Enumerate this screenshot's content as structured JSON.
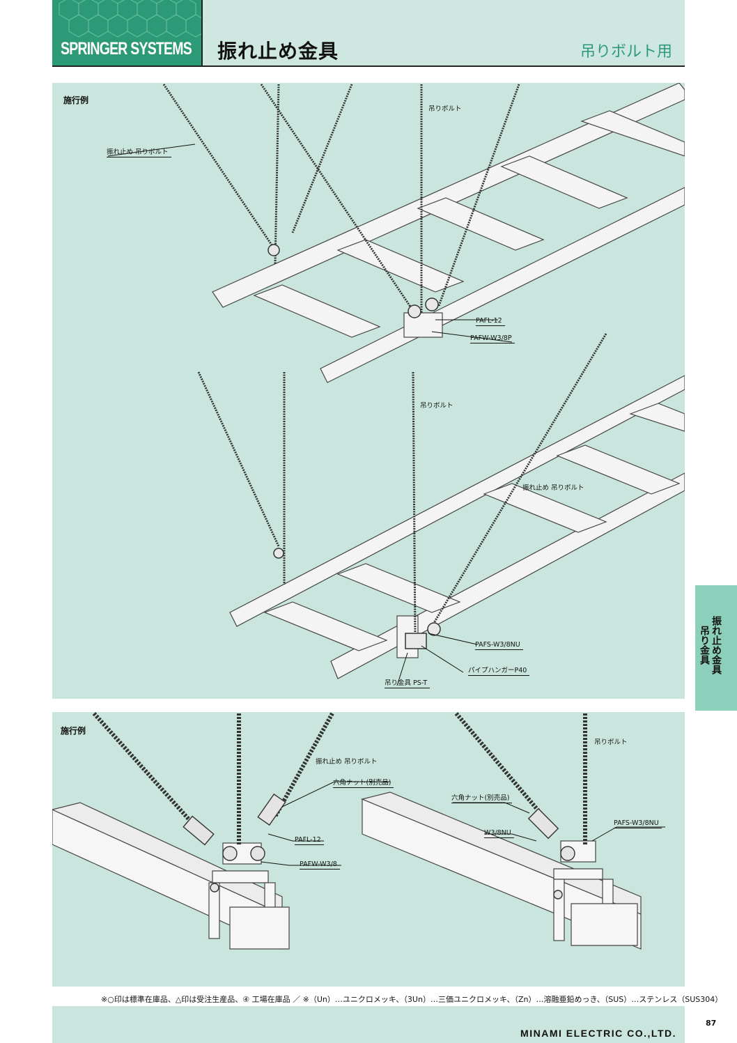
{
  "header": {
    "brand": "SPRINGER SYSTEMS",
    "title": "振れ止め金具",
    "subtitle": "吊りボルト用"
  },
  "panel_top": {
    "label": "施行例",
    "callouts": {
      "sway_bolt": "振れ止め 吊りボルト",
      "hang_bolt": "吊りボルト",
      "pafl": "PAFL-12",
      "pafw": "PAFW-W3/8P"
    },
    "callouts_lower": {
      "hang_bolt": "吊りボルト",
      "sway_bolt": "振れ止め 吊りボルト",
      "pafs": "PAFS-W3/8NU",
      "pipe_hanger": "パイプハンガーP40",
      "hanger_fitting": "吊り金具 PS-T"
    }
  },
  "panel_bottom": {
    "label": "施行例",
    "left": {
      "sway_bolt": "振れ止め 吊りボルト",
      "hex_nut": "六角ナット(別売品)",
      "pafl": "PAFL-12",
      "pafw": "PAFW-W3/8"
    },
    "right": {
      "hang_bolt": "吊りボルト",
      "hex_nut": "六角ナット(別売品)",
      "w3": "W3/8NU",
      "pafs": "PAFS-W3/8NU"
    }
  },
  "side_tab": {
    "line1": "振れ止め金具",
    "line2": "吊り金具"
  },
  "footnote": "※○印は標準在庫品、△印は受注生産品、④ 工場在庫品 ／ ※（Un）…ユニクロメッキ、（3Un）…三価ユニクロメッキ、（Zn）…溶融亜鉛めっき、（SUS）…ステンレス（SUS304）",
  "footer": {
    "company": "MINAMI ELECTRIC CO.,LTD.",
    "page": "87"
  },
  "colors": {
    "brand_green": "#2c9a77",
    "panel_bg": "#c9e5dd",
    "header_bg": "#cfe7e1",
    "tab_bg": "#8ccfbb"
  }
}
